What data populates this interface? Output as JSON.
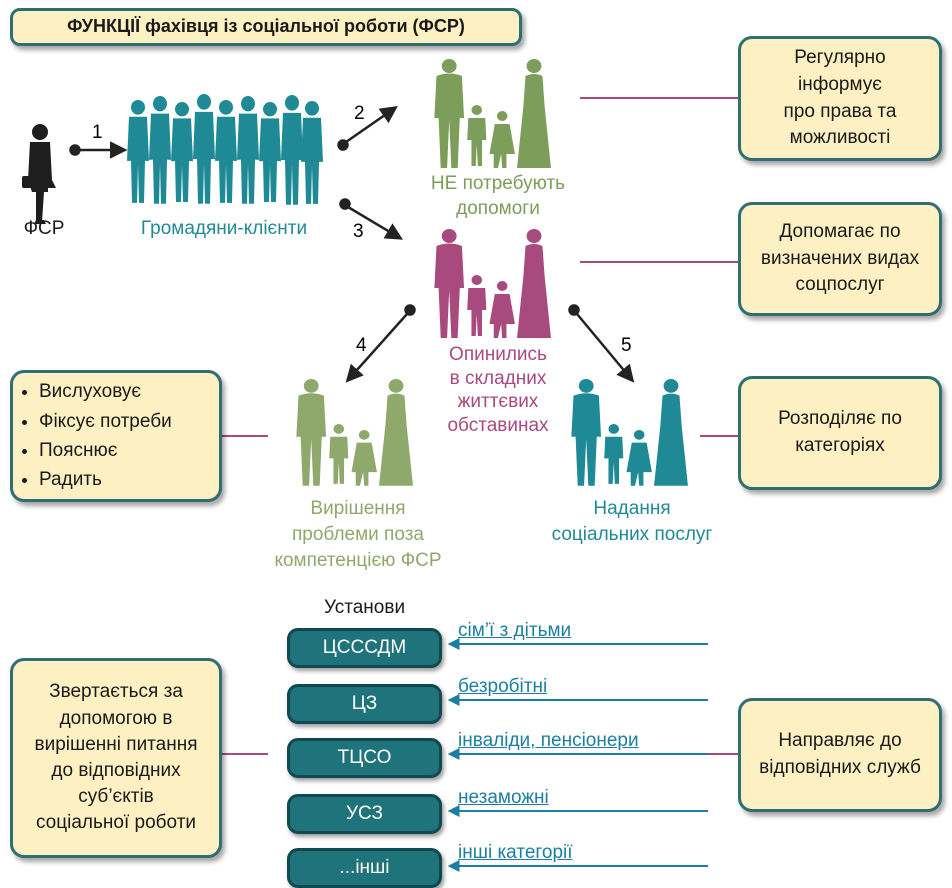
{
  "title": "ФУНКЦІЇ фахівця із соціальної роботи (ФСР)",
  "colors": {
    "teal": "#1f8a96",
    "green": "#7d9d5a",
    "magenta": "#a84a7e",
    "box_fill": "#fdf0c2",
    "box_border": "#2f6e72",
    "inst_fill": "#1f737b",
    "link": "#1c7ea3"
  },
  "nodes": {
    "fsr": "ФСР",
    "clients": "Громадяни-клієнти",
    "no_help": [
      "НЕ потребують",
      "допомоги"
    ],
    "difficult": [
      "Опинились",
      "в складних",
      "життєвих",
      "обставинах"
    ],
    "outside": [
      "Вирішення",
      "проблеми поза",
      "компетенцією ФСР"
    ],
    "services": [
      "Надання",
      "соціальних послуг"
    ]
  },
  "steps": [
    "1",
    "2",
    "3",
    "4",
    "5"
  ],
  "boxes": {
    "informs": [
      "Регулярно",
      "інформує",
      "про права та",
      "можливості"
    ],
    "helps": [
      "Допомагає по",
      "визначених видах",
      "соцпослуг"
    ],
    "distributes": [
      "Розподіляє по",
      "категоріях"
    ],
    "listens": [
      "Вислуховує",
      "Фіксує потреби",
      "Пояснює",
      "Радить"
    ],
    "appeals": [
      "Звертається за",
      "допомогою в",
      "вирішенні питання",
      "до відповідних",
      "суб’єктів",
      "соціальної роботи"
    ],
    "directs": [
      "Направляє до",
      "відповідних служб"
    ]
  },
  "institutions_title": "Установи",
  "institutions": [
    {
      "name": "ЦСССДМ",
      "category": "сім’ї з дітьми"
    },
    {
      "name": "ЦЗ",
      "category": "безробітні"
    },
    {
      "name": "ТЦСО",
      "category": "інваліди, пенсіонери"
    },
    {
      "name": "УСЗ",
      "category": "незаможні"
    },
    {
      "name": "...інші",
      "category": "інші категорії"
    }
  ]
}
